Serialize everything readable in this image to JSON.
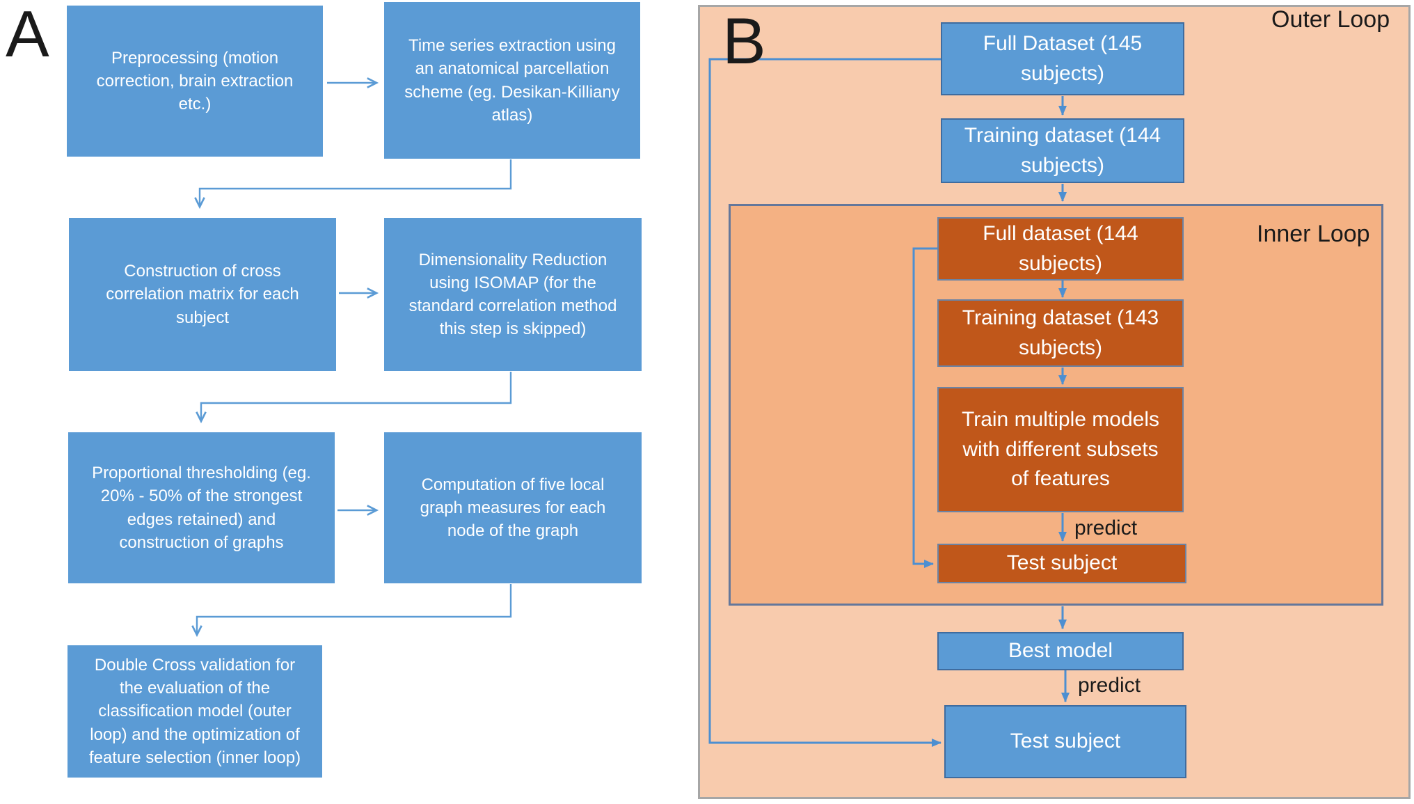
{
  "panel_a": {
    "label": "A",
    "boxes": [
      {
        "text": "Preprocessing (motion correction, brain extraction etc.)"
      },
      {
        "text": "Time series extraction using an anatomical parcellation scheme (eg. Desikan-Killiany atlas)"
      },
      {
        "text": "Construction of cross correlation matrix for each subject"
      },
      {
        "text": "Dimensionality Reduction using ISOMAP (for the standard correlation method this step is skipped)"
      },
      {
        "text": "Proportional thresholding (eg. 20% - 50% of the strongest edges retained) and construction of graphs"
      },
      {
        "text": "Computation of five local graph measures for each node of the graph"
      },
      {
        "text": "Double Cross validation for the evaluation of the classification model (outer loop) and the optimization of feature selection (inner loop)"
      }
    ]
  },
  "panel_b": {
    "label": "B",
    "outer_loop_label": "Outer Loop",
    "inner_loop_label": "Inner Loop",
    "outer_boxes": [
      {
        "text": "Full Dataset (145 subjects)"
      },
      {
        "text": "Training dataset (144 subjects)"
      },
      {
        "text": "Best model"
      },
      {
        "text": "Test subject"
      }
    ],
    "inner_boxes": [
      {
        "text": "Full dataset (144 subjects)"
      },
      {
        "text": "Training dataset (143 subjects)"
      },
      {
        "text": "Train multiple models with different subsets of features"
      },
      {
        "text": "Test subject"
      }
    ],
    "inner_predict_label": "predict",
    "outer_predict_label": "predict"
  },
  "colors": {
    "blue_box": "#5B9BD5",
    "blue_box_border": "#3F6C9F",
    "dark_orange_box": "#C0571A",
    "dark_orange_border": "#6C83A3",
    "outer_loop_bg": "#F8CBAD",
    "outer_loop_border": "#A6A6A6",
    "inner_loop_bg": "#F4B183",
    "inner_loop_border": "#64779B",
    "connector_blue": "#5B9BD5",
    "arrow_blue": "#4D8FD1",
    "text_white": "#FFFFFF",
    "text_black": "#1A1A1A"
  }
}
